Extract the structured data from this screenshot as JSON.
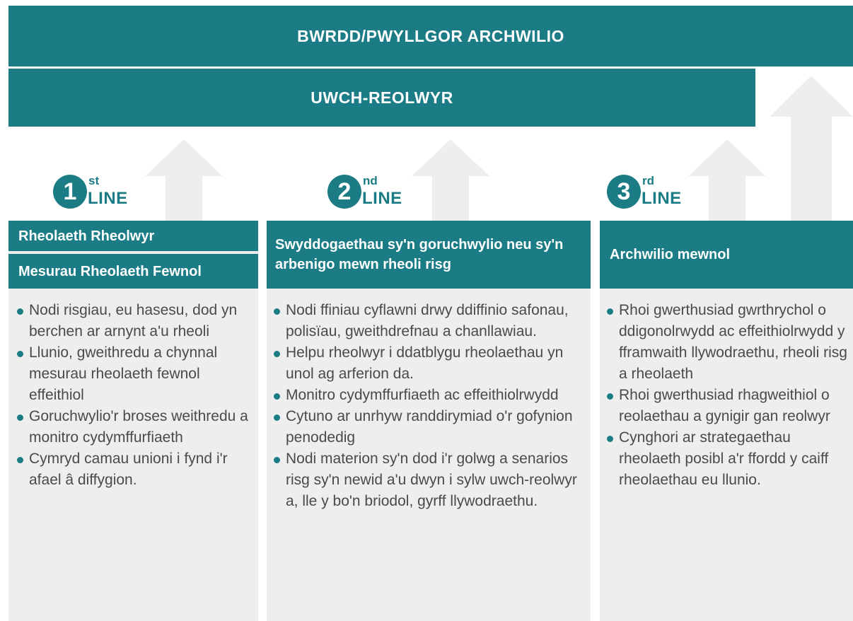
{
  "top_bars": {
    "board": "BWRDD/PWYLLGOR ARCHWILIO",
    "senior": "UWCH-REOLWYR"
  },
  "colors": {
    "teal": "#1b7c86",
    "panel": "#eeeeee",
    "arrow": "#eeeeee",
    "text": "#4a4a4a"
  },
  "lines": [
    {
      "number": "1",
      "suffix": "st",
      "word": "LINE",
      "headers": [
        "Rheolaeth Rheolwyr",
        "Mesurau Rheolaeth Fewnol"
      ],
      "bullets": [
        "Nodi risgiau, eu hasesu, dod yn berchen ar arnynt a'u rheoli",
        "Llunio, gweithredu a chynnal mesurau rheolaeth fewnol effeithiol",
        "Goruchwylio'r broses weithredu a monitro cydymffurfiaeth",
        "Cymryd camau unioni i fynd i'r afael â diffygion."
      ]
    },
    {
      "number": "2",
      "suffix": "nd",
      "word": "LINE",
      "headers": [
        "Swyddogaethau sy'n goruchwylio neu sy'n arbenigo mewn rheoli risg"
      ],
      "bullets": [
        "Nodi ffiniau cyflawni drwy ddiffinio safonau, polisïau, gweithdrefnau a chanllawiau.",
        "Helpu rheolwyr i ddatblygu rheolaethau yn unol ag arferion da.",
        "Monitro cydymffurfiaeth ac effeithiolrwydd",
        "Cytuno ar unrhyw randdirymiad o'r gofynion penodedig",
        "Nodi materion sy'n dod i'r golwg a senarios risg sy'n newid a'u dwyn i sylw uwch-reolwyr a, lle y bo'n briodol, gyrff llywodraethu."
      ]
    },
    {
      "number": "3",
      "suffix": "rd",
      "word": "LINE",
      "headers": [
        "Archwilio mewnol"
      ],
      "bullets": [
        "Rhoi gwerthusiad gwrthrychol o ddigonolrwydd ac effeithiolrwydd y fframwaith llywodraethu, rheoli risg a rheolaeth",
        "Rhoi gwerthusiad rhagweithiol o reolaethau a gynigir gan reolwyr",
        "Cynghori ar strategaethau rheolaeth posibl a'r ffordd y caiff rheolaethau eu llunio."
      ]
    }
  ]
}
